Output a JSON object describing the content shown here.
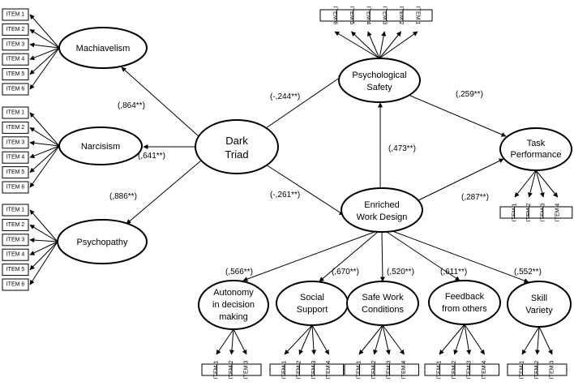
{
  "diagram": {
    "center": {
      "line1": "Dark",
      "line2": "Triad"
    },
    "latents": {
      "machiavelism": "Machiavelism",
      "narcisism": "Narcisism",
      "psychopathy": "Psychopathy",
      "psych_safety": {
        "line1": "Psychological",
        "line2": "Safety"
      },
      "enriched": {
        "line1": "Enriched",
        "line2": "Work Design"
      },
      "task_perf": {
        "line1": "Task",
        "line2": "Performance"
      },
      "autonomy": {
        "line1": "Autonomy",
        "line2": "in decision",
        "line3": "making"
      },
      "social": {
        "line1": "Social",
        "line2": "Support"
      },
      "safe_work": {
        "line1": "Safe Work",
        "line2": "Conditions"
      },
      "feedback": {
        "line1": "Feedback",
        "line2": "from others"
      },
      "skill": {
        "line1": "Skill",
        "line2": "Variety"
      }
    },
    "coefficients": {
      "dt_machiavelism": "(,864**)",
      "dt_narcisism": "(,641**)",
      "dt_psychopathy": "(,886**)",
      "dt_psych_safety": "(-,244**)",
      "dt_enriched": "(-,261**)",
      "enriched_psych_safety": "(,473**)",
      "psych_safety_task": "(,259**)",
      "enriched_task": "(,287**)",
      "enriched_autonomy": "(,566**)",
      "enriched_social": "(,670**)",
      "enriched_safe_work": "(,520**)",
      "enriched_feedback": "(,611**)",
      "enriched_skill": "(,552**)"
    },
    "items": {
      "machiavelism": [
        "ITEM 1",
        "ITEM 2",
        "ITEM 3",
        "ITEM 4",
        "ITEM 5",
        "ITEM 6"
      ],
      "narcisism": [
        "ITEM 1",
        "ITEM 2",
        "ITEM 3",
        "ITEM 4",
        "ITEM 5",
        "ITEM 6"
      ],
      "psychopathy": [
        "ITEM 1",
        "ITEM 2",
        "ITEM 3",
        "ITEM 4",
        "ITEM 5",
        "ITEM 6"
      ],
      "psych_safety": [
        "ITEM 6",
        "ITEM 5",
        "ITEM 4",
        "ITEM 3",
        "ITEM 2",
        "ITEM 1"
      ],
      "task_perf": [
        "ITEM 1",
        "ITEM 2",
        "ITEM 3",
        "ITEM 4"
      ],
      "autonomy": [
        "ITEM 1",
        "ITEM 2",
        "ITEM 3"
      ],
      "social": [
        "ITEM 1",
        "ITEM 2",
        "ITEM 3",
        "ITEM 4"
      ],
      "safe_work": [
        "ITEM 1",
        "ITEM 2",
        "ITEM 3",
        "ITEM 4"
      ],
      "feedback": [
        "ITEM 1",
        "ITEM 2",
        "ITEM 3",
        "ITEM 4"
      ],
      "skill": [
        "ITEM 1",
        "ITEM 2",
        "ITEM 3"
      ]
    }
  }
}
